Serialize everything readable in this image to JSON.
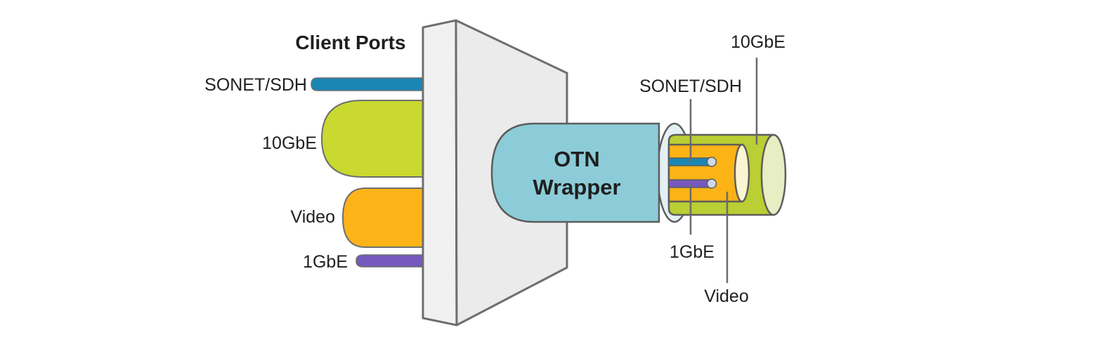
{
  "diagram": {
    "title": "Client Ports",
    "client_ports": [
      {
        "id": "sonet-sdh",
        "label": "SONET/SDH",
        "color": "#1a86b4"
      },
      {
        "id": "10gbe",
        "label": "10GbE",
        "color": "#c9d92f"
      },
      {
        "id": "video",
        "label": "Video",
        "color": "#fdb418"
      },
      {
        "id": "1gbe",
        "label": "1GbE",
        "color": "#7659bd"
      }
    ],
    "panel": {
      "front_color": "#f1f1f1",
      "side_color": "#ebebeb",
      "stroke_color": "#6e6e6e"
    },
    "otn_wrapper": {
      "label": "OTN Wrapper",
      "lines": [
        "OTN",
        "Wrapper"
      ],
      "body_color": "#8cccd8",
      "cap_color": "#e4f0f2"
    },
    "wrapped_signals": {
      "line_10gbe": {
        "label": "10GbE",
        "color": "#b9cf33",
        "cap_color": "#e7eec4"
      },
      "line_sonet": {
        "label": "SONET/SDH",
        "color": "#1a86b4",
        "cap_color": "#ccd7e8"
      },
      "line_1gbe": {
        "label": "1GbE",
        "color": "#7659bd",
        "cap_color": "#ccd7e8"
      },
      "line_video": {
        "label": "Video",
        "color": "#fcb316",
        "cap_color": "#fcf5d2"
      }
    },
    "leader_line_color": "#6b6b6b",
    "outline_color": "#5d5d5d"
  }
}
